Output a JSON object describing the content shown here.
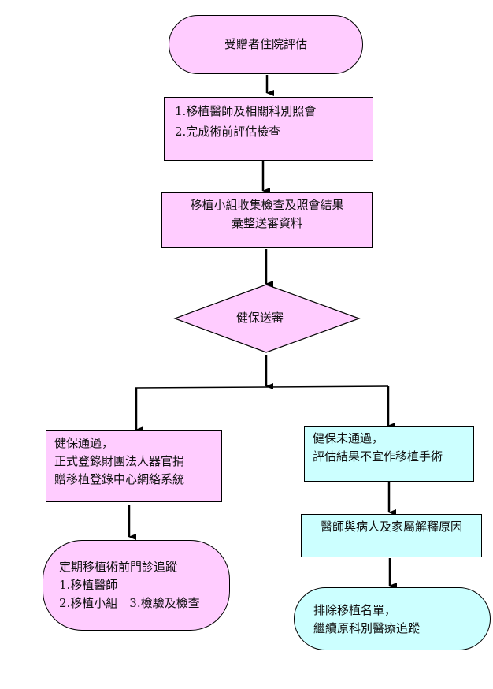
{
  "colors": {
    "pink": "#ffccff",
    "cyan": "#ccffff",
    "line": "#000000"
  },
  "nodes": {
    "start": {
      "shape": "terminator",
      "lines": [
        "受贈者住院評估"
      ]
    },
    "consult": {
      "shape": "process",
      "lines": [
        "1.移植醫師及相關科別照會",
        "2.完成術前評估檢查"
      ]
    },
    "collect": {
      "shape": "process",
      "lines": [
        "移植小組收集檢查及照會結果",
        "彙整送審資料"
      ]
    },
    "review": {
      "shape": "decision",
      "lines": [
        "健保送審"
      ]
    },
    "approved": {
      "shape": "process",
      "lines": [
        "健保通過，",
        "正式登錄財團法人器官捐",
        "贈移植登錄中心網絡系統"
      ]
    },
    "followup": {
      "shape": "terminator",
      "lines": [
        "定期移植術前門診追蹤",
        "1.移植醫師",
        "2.移植小組　3.檢驗及檢查"
      ]
    },
    "rejected": {
      "shape": "process",
      "lines": [
        "健保未通過，",
        "評估結果不宜作移植手術"
      ]
    },
    "explain": {
      "shape": "process",
      "lines": [
        "醫師與病人及家屬解釋原因"
      ]
    },
    "remove": {
      "shape": "terminator",
      "lines": [
        "排除移植名單，",
        "繼續原科別醫療追蹤"
      ]
    }
  }
}
